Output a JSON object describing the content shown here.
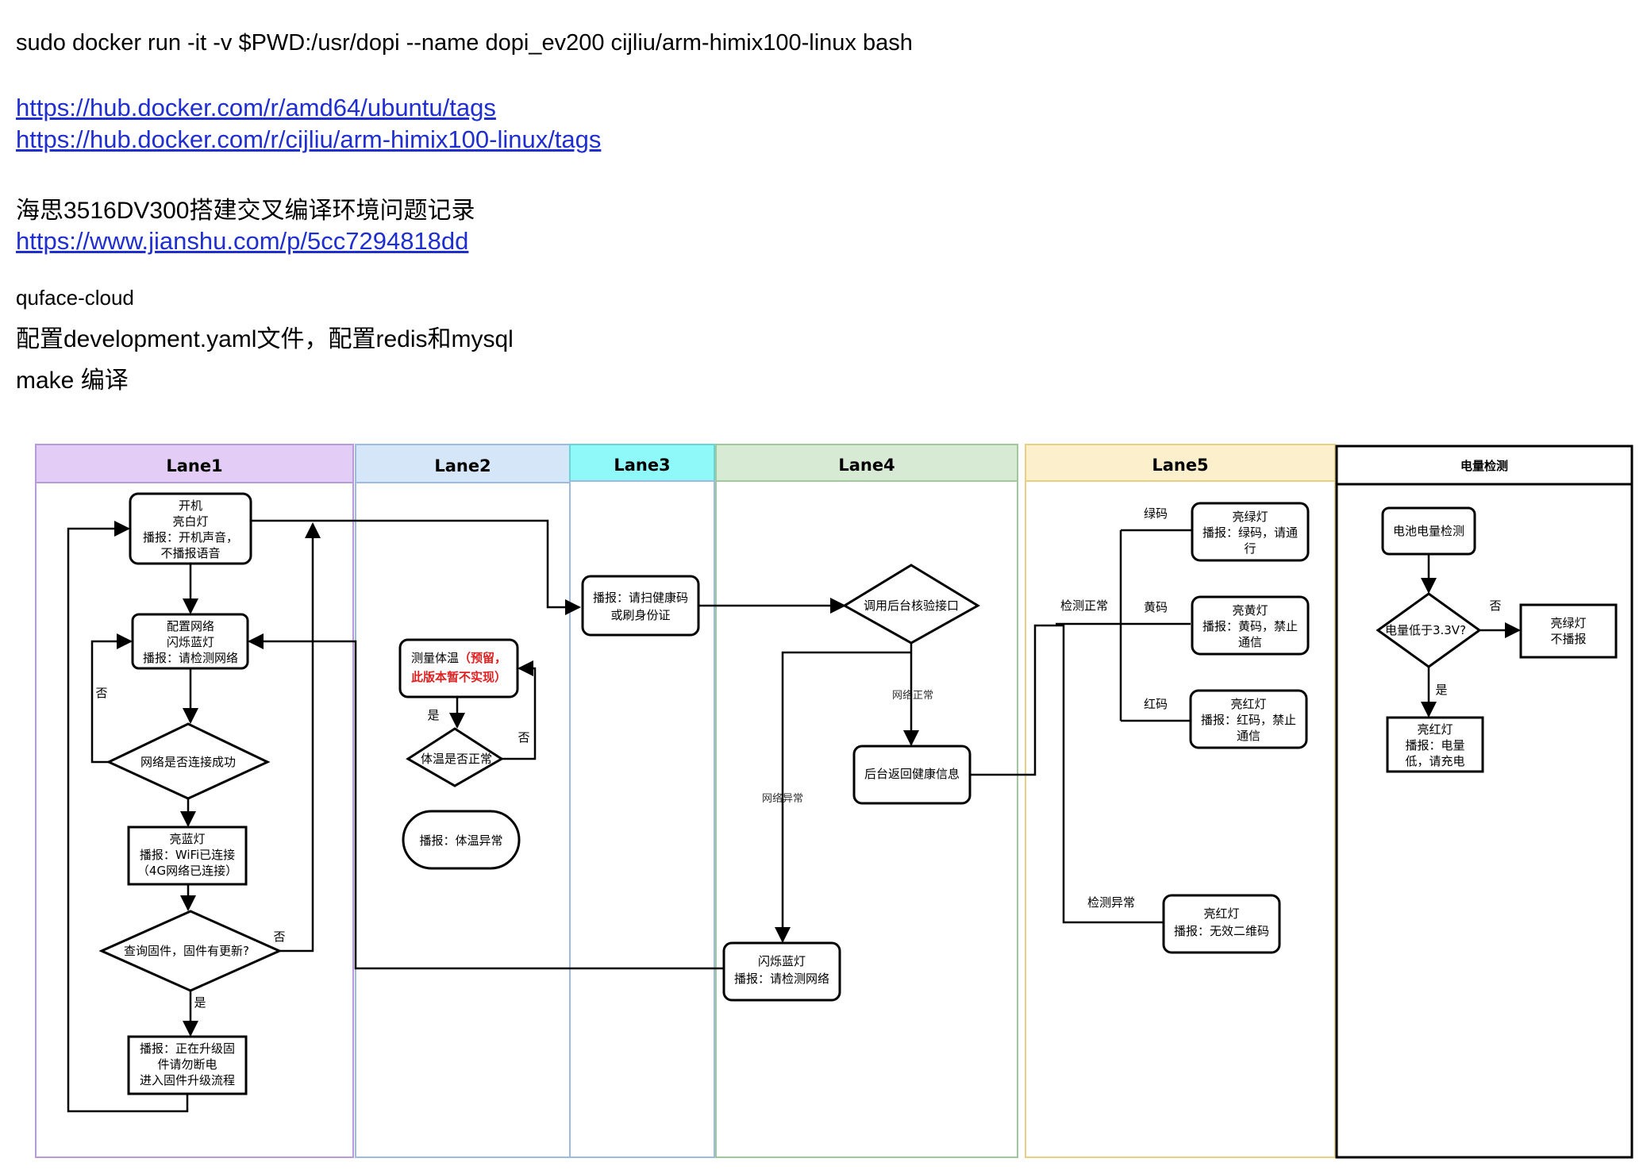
{
  "doc": {
    "command": "sudo docker run -it -v $PWD:/usr/dopi --name dopi_ev200  cijliu/arm-himix100-linux bash",
    "link1": "https://hub.docker.com/r/amd64/ubuntu/tags",
    "link2": "https://hub.docker.com/r/cijliu/arm-himix100-linux/tags",
    "cn_title": "海思3516DV300搭建交叉编译环境问题记录",
    "link3": "https://www.jianshu.com/p/5cc7294818dd",
    "project": "quface-cloud",
    "config_note": "配置development.yaml文件，配置redis和mysql",
    "make_note": "make 编译"
  },
  "flowchart": {
    "lanes": [
      "Lane1",
      "Lane2",
      "Lane3",
      "Lane4",
      "Lane5",
      "电量检测"
    ],
    "lane_colors": [
      "#e3cdf7",
      "#d6e6f9",
      "#8ff8f8",
      "#d7ead4",
      "#fcefcb",
      "#ffffff"
    ],
    "n1": [
      "开机",
      "亮白灯",
      "播报：开机声音，",
      "不播报语音"
    ],
    "n2": [
      "配置网络",
      "闪烁蓝灯",
      "播报：请检测网络"
    ],
    "n3": "网络是否连接成功",
    "n4": [
      "亮蓝灯",
      "播报：WiFi已连接",
      "（4G网络已连接）"
    ],
    "n5": "查询固件，固件有更新?",
    "n6": [
      "播报：正在升级固",
      "件请勿断电",
      "进入固件升级流程"
    ],
    "lbl_no": "否",
    "lbl_yes": "是",
    "t1": "测量体温",
    "t1_red": [
      "（预留，",
      "此版本暂不实现）"
    ],
    "t2": "体温是否正常",
    "t3": "播报：体温异常",
    "s1": [
      "播报：请扫健康码",
      "或刷身份证"
    ],
    "d1": "调用后台核验接口",
    "lbl_net_ok": "网络正常",
    "lbl_net_err": "网络异常",
    "r1": "后台返回健康信息",
    "b1": [
      "闪烁蓝灯",
      "播报：请检测网络"
    ],
    "lbl_detect_ok": "检测正常",
    "lbl_detect_err": "检测异常",
    "lbl_green": "绿码",
    "lbl_yellow": "黄码",
    "lbl_red": "红码",
    "g1": [
      "亮绿灯",
      "播报：绿码，请通",
      "行"
    ],
    "y1": [
      "亮黄灯",
      "播报：黄码，禁止",
      "通信"
    ],
    "rd1": [
      "亮红灯",
      "播报：红码，禁止",
      "通信"
    ],
    "inv1": [
      "亮红灯",
      "播报：无效二维码"
    ],
    "bat1": "电池电量检测",
    "bat2": "电量低于3.3V?",
    "bat3": [
      "亮绿灯",
      "不播报"
    ],
    "bat4": [
      "亮红灯",
      "播报：电量",
      "低，请充电"
    ]
  }
}
